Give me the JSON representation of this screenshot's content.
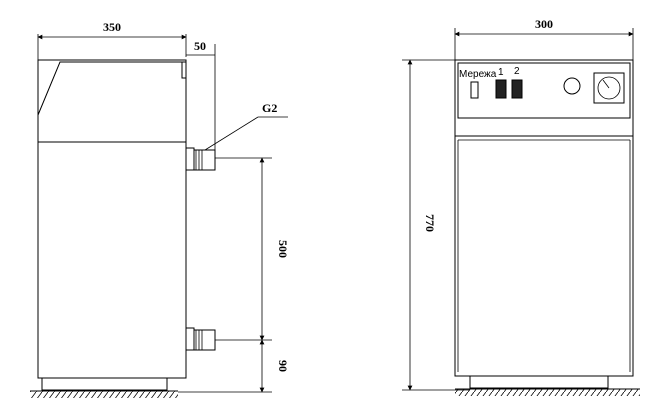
{
  "side_view": {
    "width_label": "350",
    "depth_label": "50",
    "thread_label": "G2",
    "spacing_label": "500",
    "bottom_label": "90"
  },
  "front_view": {
    "width_label": "300",
    "height_label": "770",
    "panel_label": "Мережа",
    "switch_1": "1",
    "switch_2": "2"
  }
}
